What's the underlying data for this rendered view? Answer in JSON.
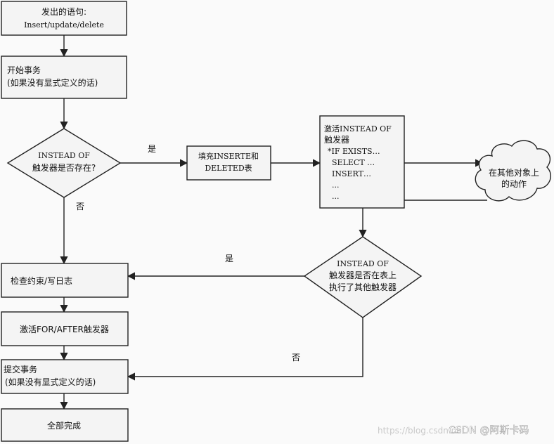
{
  "nodes": {
    "statement": {
      "line1": "发出的语句:",
      "line2": "Insert/update/delete"
    },
    "begin_tx": {
      "line1": "开始事务",
      "line2": "(如果没有显式定义的话)"
    },
    "instead_exists": {
      "line1": "INSTEAD OF",
      "line2": "触发器是否存在?"
    },
    "fill_tables": {
      "line1": "填充INSERTE和",
      "line2": "DELETED表"
    },
    "activate_instead": {
      "lines": [
        "激活INSTEAD OF",
        "触发器",
        "*IF EXISTS…",
        "SELECT …",
        "INSERT…",
        "...",
        "..."
      ]
    },
    "other_objects": {
      "line1": "在其他对象上",
      "line2": "的动作"
    },
    "instead_other": {
      "line1": "INSTEAD OF",
      "line2": "触发器是否在表上",
      "line3": "执行了其他触发器"
    },
    "check_constraints": {
      "label": "检查约束/写日志"
    },
    "activate_after": {
      "label": "激活FOR/AFTER触发器"
    },
    "commit_tx": {
      "line1": "提交事务",
      "line2": "(如果没有显式定义的话)"
    },
    "done": {
      "label": "全部完成"
    }
  },
  "edge_labels": {
    "exists_yes": "是",
    "exists_no": "否",
    "other_yes": "是",
    "other_no": "否"
  },
  "watermark": {
    "url": "https://blog.csdn.net",
    "brand": "CSDN @阿斯卡码"
  }
}
